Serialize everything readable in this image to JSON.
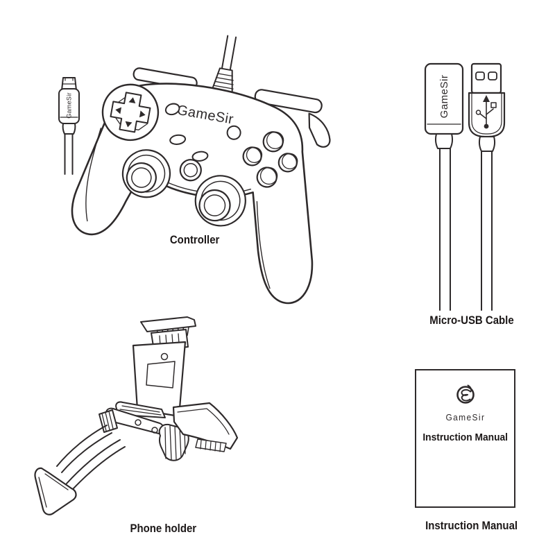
{
  "colors": {
    "background": "#ffffff",
    "line": "#2e2a2b",
    "text": "#1b1717"
  },
  "brand": "GameSir",
  "controller": {
    "caption": "Controller",
    "logo_text": "GameSir",
    "plug_text": "GameSir"
  },
  "usb_cable": {
    "caption": "Micro-USB Cable",
    "connector_text": "GameSir"
  },
  "phone_holder": {
    "caption": "Phone holder"
  },
  "manual": {
    "caption": "Instruction Manual",
    "cover_brand": "GameSir",
    "cover_title": "Instruction Manual"
  }
}
